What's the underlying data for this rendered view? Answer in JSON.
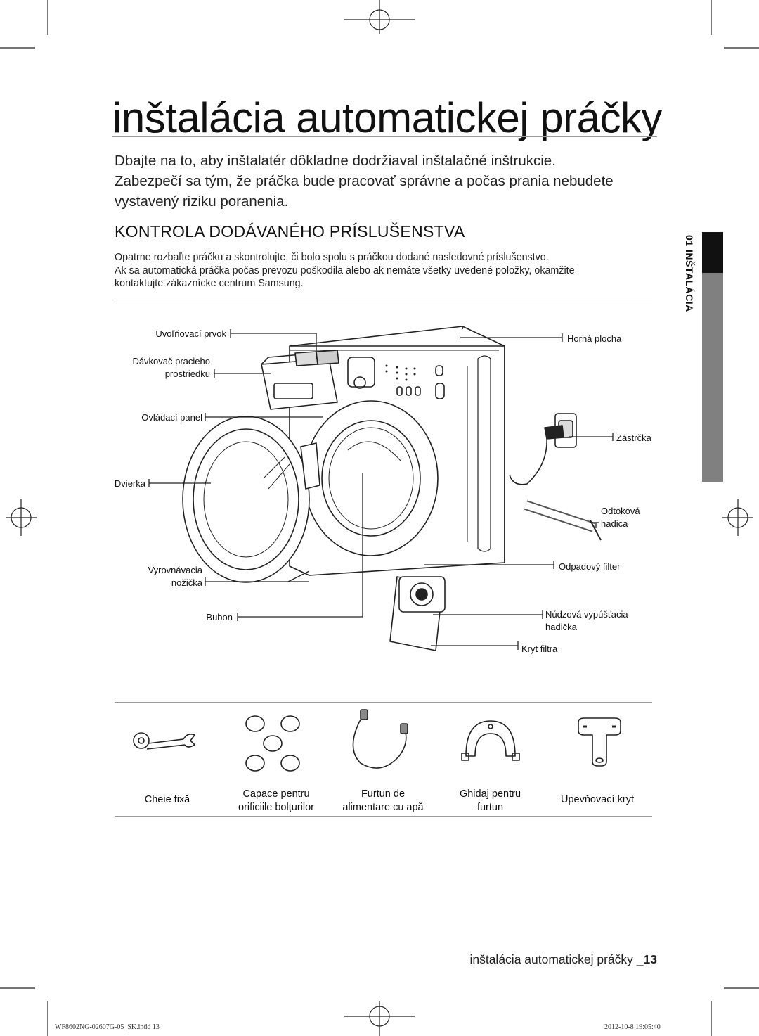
{
  "page": {
    "title": "inštalácia automatickej práčky",
    "intro_lines": [
      "Dbajte na to, aby inštalatér dôkladne dodržiaval inštalačné inštrukcie.",
      "Zabezpečí sa tým, že práčka bude pracovať správne a počas prania nebudete",
      "vystavený riziku poranenia."
    ],
    "section_heading": "KONTROLA DODÁVANÉHO PRÍSLUŠENSTVA",
    "body_lines": [
      "Opatrne rozbaľte práčku a skontrolujte, či bolo spolu s práčkou dodané nasledovné príslušenstvo.",
      "Ak sa automatická práčka počas prevozu poškodila alebo ak nemáte všetky uvedené položky, okamžite",
      "kontaktujte zákaznícke centrum Samsung."
    ]
  },
  "side_tab": {
    "label": "01 INŠTALÁCIA"
  },
  "callouts": {
    "release_part": "Uvoľňovací prvok",
    "detergent_1": "Dávkovač pracieho",
    "detergent_2": "prostriedku",
    "control_panel": "Ovládací panel",
    "door": "Dvierka",
    "leveling_1": "Vyrovnávacia",
    "leveling_2": "nožička",
    "drum": "Bubon",
    "top_cover": "Horná plocha",
    "plug": "Zástrčka",
    "drain_hose_1": "Odtoková",
    "drain_hose_2": "hadica",
    "debris_filter": "Odpadový filter",
    "emergency_drain_1": "Núdzová vypúšťacia",
    "emergency_drain_2": "hadička",
    "filter_cover": "Kryt filtra"
  },
  "accessories": [
    {
      "label_1": "Cheie fixă",
      "label_2": "",
      "icon": "spanner-icon"
    },
    {
      "label_1": "Capace pentru",
      "label_2": "orificiile bolțurilor",
      "icon": "bolt-caps-icon"
    },
    {
      "label_1": "Furtun de",
      "label_2": "alimentare cu apă",
      "icon": "water-hose-icon"
    },
    {
      "label_1": "Ghidaj pentru",
      "label_2": "furtun",
      "icon": "hose-guide-icon"
    },
    {
      "label_1": "Upevňovací kryt",
      "label_2": "",
      "icon": "fixing-cover-icon"
    }
  ],
  "footer": {
    "text": "inštalácia automatickej práčky _",
    "page_number": "13"
  },
  "print_info": {
    "file": "WF8602NG-02607G-05_SK.indd   13",
    "timestamp": "2012-10-8   19:05:40"
  }
}
